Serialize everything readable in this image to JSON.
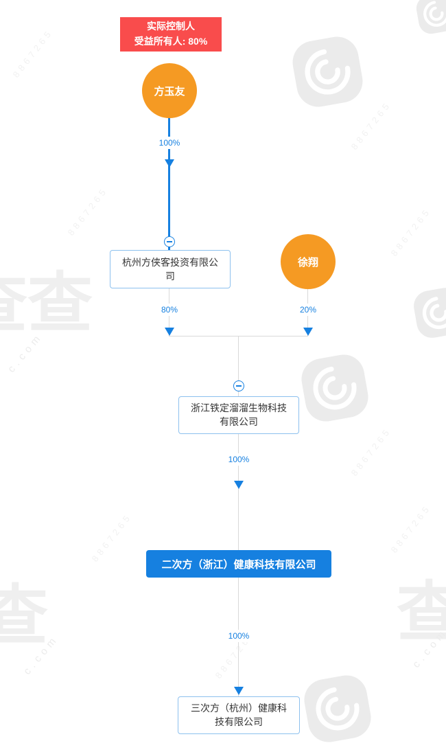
{
  "colors": {
    "accent_blue": "#1680e0",
    "node_orange": "#f59a23",
    "badge_red": "#f94c4c",
    "line_gray": "#d9d9d9",
    "box_border_blue": "#8cc0ee"
  },
  "badge": {
    "line1": "实际控制人",
    "line2": "受益所有人: 80%"
  },
  "nodes": {
    "person_fangyuyou": {
      "label": "方玉友",
      "type": "person"
    },
    "person_xuxiang": {
      "label": "徐翔",
      "type": "person"
    },
    "company_fangxiake": {
      "label": "杭州方侠客投资有限公司"
    },
    "company_tiedingliuliu": {
      "label": "浙江铁定溜溜生物科技有限公司"
    },
    "company_ercifang": {
      "label": "二次方（浙江）健康科技有限公司",
      "highlighted": true
    },
    "company_sancifang": {
      "label": "三次方（杭州）健康科技有限公司"
    }
  },
  "edges": {
    "fangyuyou_to_fangxiake": {
      "percent": "100%"
    },
    "fangxiake_to_tieding": {
      "percent": "80%"
    },
    "xuxiang_to_tieding": {
      "percent": "20%"
    },
    "tieding_to_ercifang": {
      "percent": "100%"
    },
    "ercifang_to_sancifang": {
      "percent": "100%"
    }
  },
  "watermark": {
    "cha": "查",
    "chacha": "查查",
    "domain": "c.com",
    "serial": "8867265"
  }
}
